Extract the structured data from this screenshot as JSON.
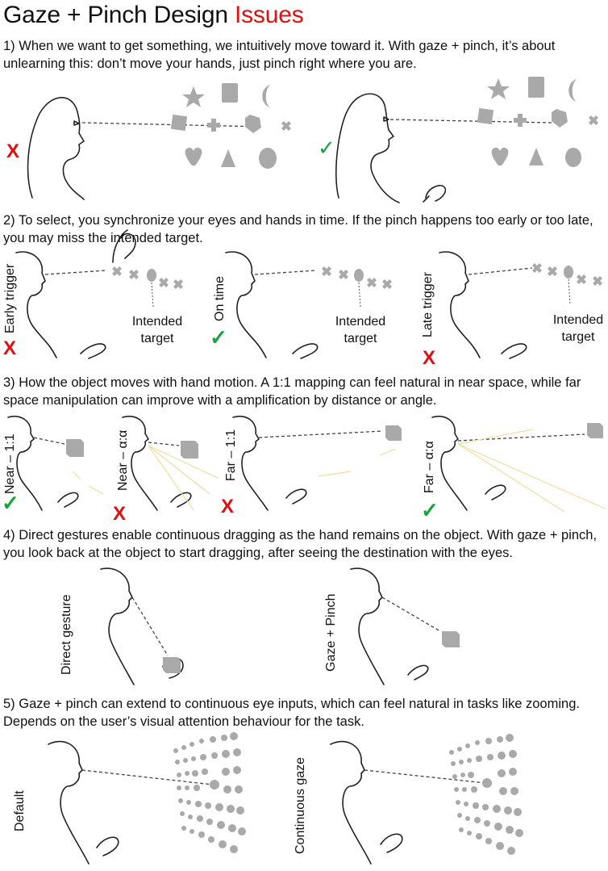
{
  "title": {
    "main": "Gaze + Pinch Design",
    "accent": "Issues"
  },
  "sections": [
    {
      "text": "1) When we want to get something, we intuitively move toward it. With gaze + pinch, it’s about unlearning this: don’t move your hands, just pinch right where you are."
    },
    {
      "text": "2) To select, you synchronize your eyes and hands in time. If the pinch happens too early or too late, you may miss the intended target."
    },
    {
      "text": "3) How the object moves with hand motion. A 1:1 mapping can feel natural in near space, while far space manipulation can improve with a amplification by distance or angle."
    },
    {
      "text": "4) Direct gestures enable continuous dragging as the hand remains on the object. With gaze + pinch, you look back at the object to start dragging, after seeing the destination with the eyes."
    },
    {
      "text": "5) Gaze + pinch can extend to continuous eye inputs, which can feel natural in tasks like zooming. Depends on the user’s visual attention behaviour for the task."
    }
  ],
  "s1": {
    "wrong_mark": "X",
    "right_mark": "✓"
  },
  "s2": {
    "panels": [
      {
        "label": "Early trigger",
        "target": "Intended target",
        "mark": "X"
      },
      {
        "label": "On time",
        "target": "Intended target",
        "mark": "✓"
      },
      {
        "label": "Late trigger",
        "target": "Intended target",
        "mark": "X"
      }
    ]
  },
  "s3": {
    "panels": [
      {
        "label": "Near – 1:1",
        "mark": "✓"
      },
      {
        "label": "Near – α:α",
        "mark": "X"
      },
      {
        "label": "Far – 1:1",
        "mark": "X"
      },
      {
        "label": "Far – α:α",
        "mark": "✓"
      }
    ]
  },
  "s4": {
    "left_label": "Direct gesture",
    "right_label": "Gaze + Pinch"
  },
  "s5": {
    "left_label": "Default",
    "right_label": "Continuous gaze"
  },
  "colors": {
    "accent_red": "#e01010",
    "check_green": "#16a340",
    "shape_gray": "#a9a9a9"
  }
}
